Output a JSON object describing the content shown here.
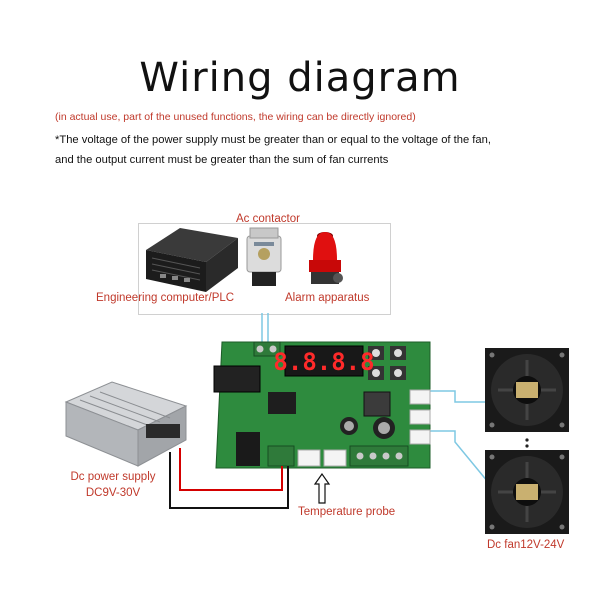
{
  "title": "Wiring diagram",
  "note": "(in actual use, part of the unused functions, the wiring can be directly ignored)",
  "warning_line1": "*The voltage of the power supply must be greater than or equal to the voltage of the fan,",
  "warning_line2": "and the output current must be greater than the sum of fan currents",
  "labels": {
    "ac_contactor": "Ac contactor",
    "engineering_computer": "Engineering computer/PLC",
    "alarm": "Alarm apparatus",
    "psu_line1": "Dc power supply",
    "psu_line2": "DC9V-30V",
    "probe": "Temperature probe",
    "fan": "Dc fan12V-24V"
  },
  "display": {
    "digits": "8.8.8.8"
  },
  "colors": {
    "label_red": "#c0392b",
    "pcb_green": "#2e8b3e",
    "wire_red": "#d40000",
    "wire_black": "#111111",
    "wire_cyan": "#7ec8e3",
    "psu_silver": "#b9bcc0",
    "fan_black": "#1a1a1a",
    "beacon_red": "#e01010"
  }
}
